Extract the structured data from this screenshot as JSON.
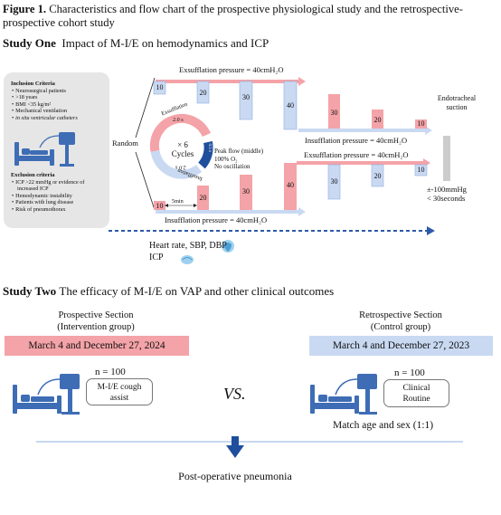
{
  "caption": {
    "label": "Figure 1.",
    "text": " Characteristics and flow chart of the prospective physiological study and the retrospective-prospective cohort study"
  },
  "study_one": {
    "label": "Study One",
    "title": "Impact of M-I/E on hemodynamics and ICP",
    "inclusion_title": "Inclusion Criteria",
    "inclusion_items": [
      "Neurosurgical patients",
      ">18 years",
      "BMI <35 kg/m²",
      "Mechanical ventilation",
      "in situ ventricular catheters"
    ],
    "exclusion_title": "Exclusion criteria",
    "exclusion_items": [
      "ICP >22 mmHg or evidence of increased ICP",
      "Hemodynamic instability",
      "Patients with lung disease",
      "Risk of pneumothorax"
    ],
    "random_label": "Random",
    "exsufflation_pressure": "Exsufflation pressure = 40cmH₂O",
    "insufflation_pressure": "Insufflation pressure = 40cmH₂O",
    "cycle": {
      "center_top": "× 6",
      "center_bottom": "Cycles",
      "exsufflation_label": "Exsufflation",
      "exsufflation_time": "2.0 s",
      "insufflation_label": "Insufflation",
      "insufflation_time": "2.0 s",
      "pause_time": "0.5 s",
      "five_min": "5min"
    },
    "peak_flow_lines": [
      "Peak flow (middle)",
      "100% O₂",
      "No oscillation"
    ],
    "bars_top_exsufflation": [
      "10",
      "20",
      "30",
      "40"
    ],
    "bars_top_insufflation": [
      "30",
      "20",
      "10"
    ],
    "bars_bottom_insufflation": [
      "10",
      "20",
      "30",
      "40"
    ],
    "bars_bottom_exsufflation": [
      "30",
      "20",
      "10"
    ],
    "endotracheal_label": "Endotracheal suction",
    "suction_note_1": "±-100mmHg",
    "suction_note_2": "< 30seconds",
    "monitor_line_1": "Heart rate, SBP, DBP",
    "monitor_line_2": "ICP"
  },
  "study_two": {
    "label": "Study Two",
    "title": "The efficacy of M-I/E on VAP and other clinical outcomes",
    "prospective": {
      "heading_1": "Prospective Section",
      "heading_2": "(Intervention group)",
      "dates": "March 4 and December 27, 2024",
      "n": "n = 100",
      "box_1": "M-I/E cough",
      "box_2": "assist"
    },
    "vs_label": "VS.",
    "retrospective": {
      "heading_1": "Retrospective Section",
      "heading_2": "(Control group)",
      "dates": "March 4 and December 27, 2023",
      "n": "n = 100",
      "box_1": "Clinical",
      "box_2": "Routine"
    },
    "match_note": "Match age and sex (1:1)",
    "outcome": "Post-operative pneumonia"
  },
  "colors": {
    "red": "#f4a3a8",
    "red_dark": "#e8727a",
    "blue": "#c9d9f2",
    "blue_dark": "#8fb0e0",
    "navy": "#1f4e9c",
    "icon_blue": "#3e6db5"
  }
}
